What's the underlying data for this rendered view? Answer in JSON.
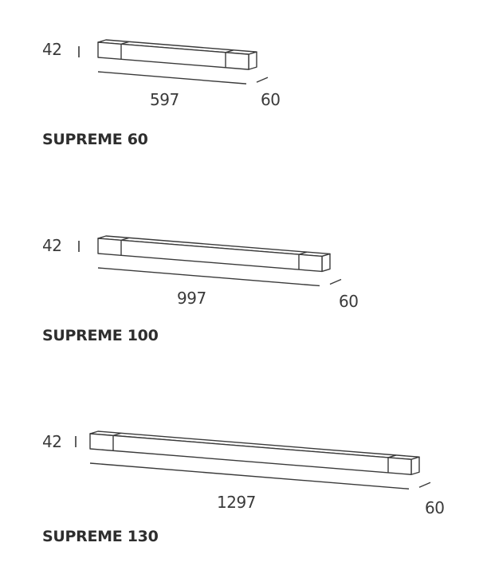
{
  "products": [
    {
      "name": "SUPREME 60",
      "height": "42",
      "length": "597",
      "depth": "60"
    },
    {
      "name": "SUPREME 100",
      "height": "42",
      "length": "997",
      "depth": "60"
    },
    {
      "name": "SUPREME 130",
      "height": "42",
      "length": "1297",
      "depth": "60"
    }
  ],
  "colors": {
    "line": "#3a3a3a"
  }
}
